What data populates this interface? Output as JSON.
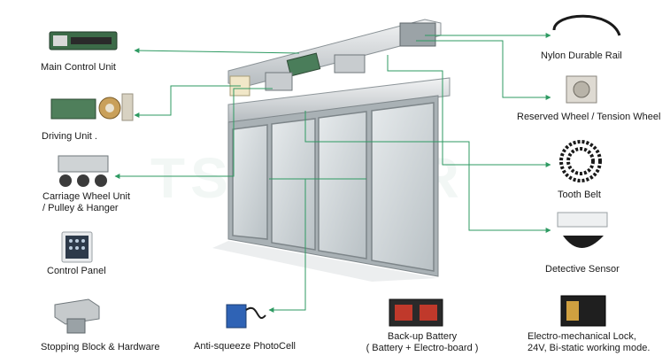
{
  "watermark": "TSTDOOR",
  "colors": {
    "leader": "#2e9a62",
    "glass": "#cfd5d8",
    "frame": "#9aa2a6",
    "rail": "#d9dde0"
  },
  "components": {
    "main_control_unit": "Main Control Unit",
    "driving_unit": "Driving Unit .",
    "carriage_wheel_line1": "Carriage Wheel Unit",
    "carriage_wheel_line2": "/ Pulley & Hanger",
    "control_panel": "Control Panel",
    "stopping_block": "Stopping Block & Hardware",
    "anti_squeeze": "Anti-squeeze PhotoCell",
    "backup_battery_line1": "Back-up Battery",
    "backup_battery_line2": "( Battery + Electro-board )",
    "lock_line1": "Electro-mechanical Lock,",
    "lock_line2": "24V, Bi-static working mode.",
    "nylon_rail": "Nylon Durable Rail",
    "reserved_wheel": "Reserved Wheel / Tension Wheel",
    "tooth_belt": "Tooth Belt",
    "detective_sensor": "Detective Sensor"
  }
}
